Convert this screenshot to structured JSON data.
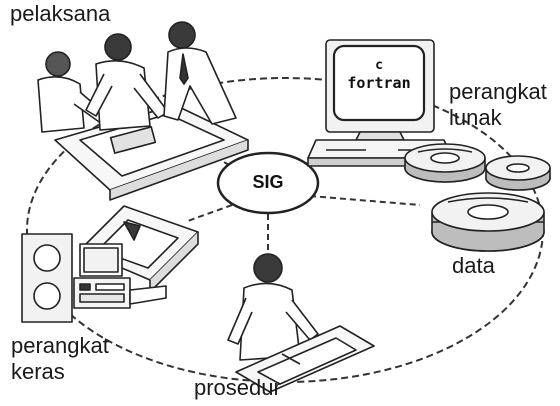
{
  "center": {
    "label": "SIG"
  },
  "components": {
    "people": {
      "label": "pelaksana"
    },
    "software": {
      "label_line1": "perangkat",
      "label_line2": "lunak"
    },
    "data": {
      "label": "data"
    },
    "procedure": {
      "label": "prosedur"
    },
    "hardware": {
      "label_line1": "perangkat",
      "label_line2": "keras"
    }
  },
  "monitor_screen": {
    "line1": "c",
    "line2": "fortran"
  },
  "colors": {
    "ink": "#1a1a1a",
    "background": "#ffffff",
    "fill_light": "#f2f2f2",
    "fill_mid": "#bdbdbd",
    "fill_dark": "#3a3a3a"
  }
}
